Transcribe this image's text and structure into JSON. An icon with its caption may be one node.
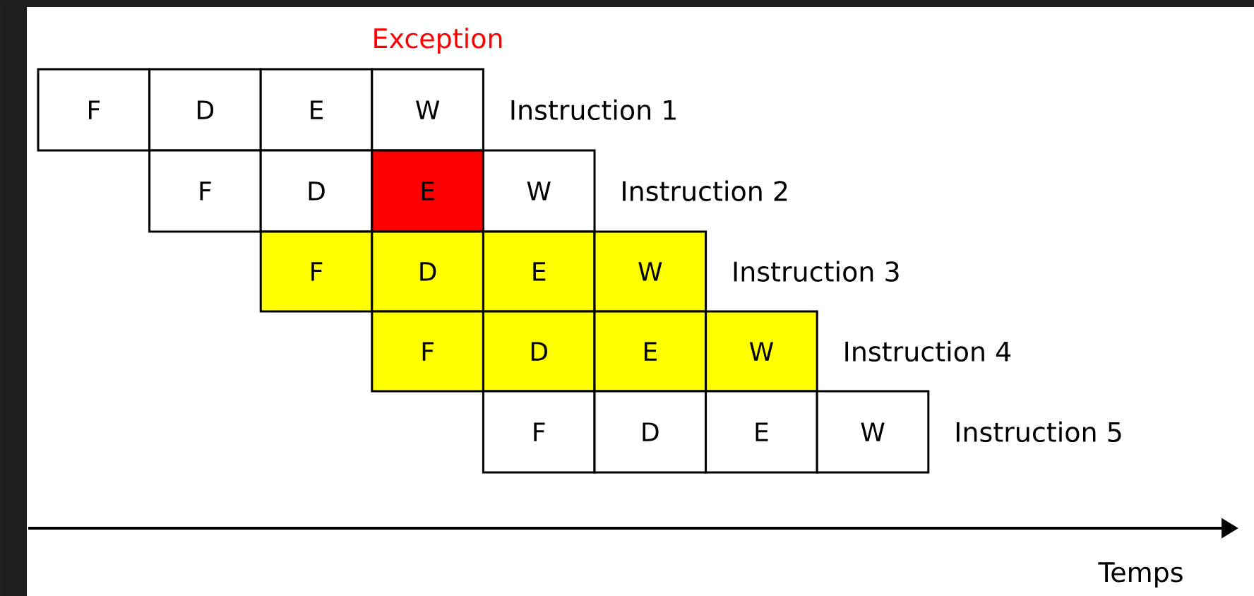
{
  "diagram": {
    "nodes": [
      {
        "text": [
          "F"
        ]
      },
      {
        "text": [
          "D"
        ]
      },
      {
        "text": [
          "E"
        ]
      },
      {
        "text": [
          "W"
        ]
      },
      {
        "text": [
          "F"
        ]
      },
      {
        "text": [
          "D"
        ]
      },
      {
        "text": [
          "E"
        ]
      },
      {
        "text": [
          "W"
        ]
      },
      {
        "text": [
          "F"
        ]
      },
      {
        "text": [
          "D"
        ]
      },
      {
        "text": [
          "E"
        ]
      },
      {
        "text": [
          "W"
        ]
      },
      {
        "text": [
          "F"
        ]
      },
      {
        "text": [
          "D"
        ]
      },
      {
        "text": [
          "E"
        ]
      },
      {
        "text": [
          "W"
        ]
      },
      {
        "text": [
          "F"
        ]
      },
      {
        "text": [
          "D"
        ]
      },
      {
        "text": [
          "E"
        ]
      },
      {
        "text": [
          "W"
        ]
      }
    ],
    "labels": [
      "Exception",
      "Instruction 1",
      "Instruction 2",
      "Instruction 3",
      "Instruction 4",
      "Instruction 5",
      "Temps"
    ]
  }
}
